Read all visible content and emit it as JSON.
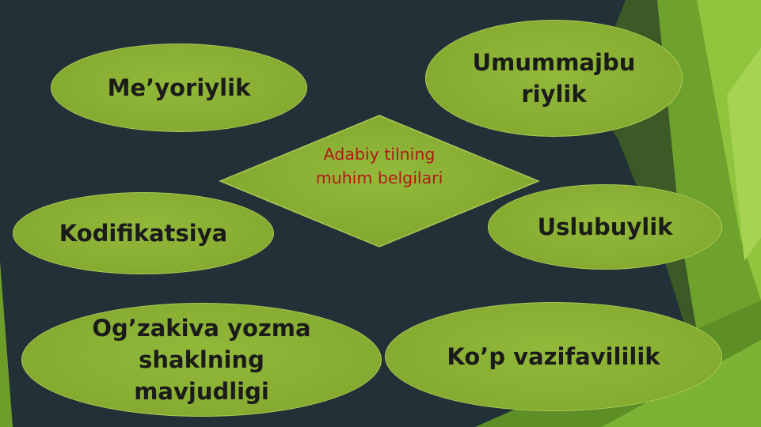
{
  "slide": {
    "center": {
      "label": "Adabiy tilning muhim belgilari",
      "text_color": "#b01a16"
    },
    "items": [
      {
        "key": "meyoriylik",
        "label": "Me’yoriylik"
      },
      {
        "key": "umummajburiylik",
        "label": "Umummajbu riylik"
      },
      {
        "key": "kodifikatsiya",
        "label": "Kodifikatsiya"
      },
      {
        "key": "uslubuylik",
        "label": "Uslubuylik"
      },
      {
        "key": "ogzaki_yozma",
        "label": "Og’zakiva yozma shaklning mavjudligi"
      },
      {
        "key": "kop_vazifavilik",
        "label": "Ko’p vazifavililik"
      }
    ],
    "colors": {
      "background": "#223038",
      "shape_fill": "#87ad32",
      "accent_green": "#7fb82e",
      "label_text": "#1b1b1b"
    }
  }
}
